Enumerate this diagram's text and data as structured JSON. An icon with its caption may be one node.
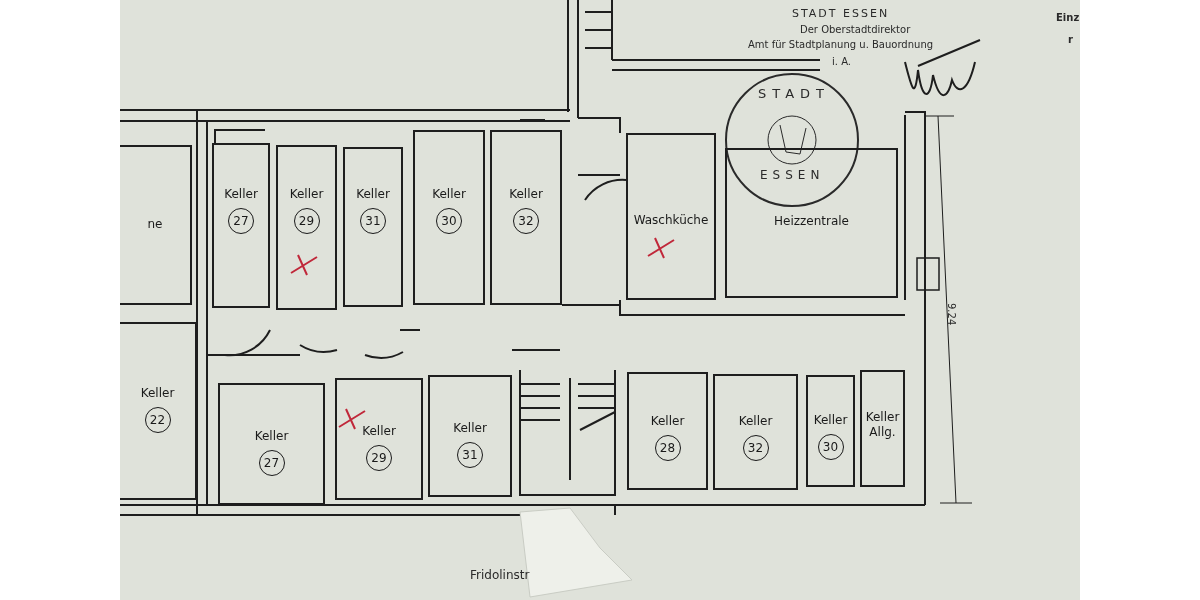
{
  "diagram": {
    "nodes": [
      {
        "text": [
          "ne"
        ]
      },
      {
        "text": [
          "Keller",
          "27"
        ]
      },
      {
        "text": [
          "Keller",
          "29"
        ]
      },
      {
        "text": [
          "Keller",
          "31"
        ]
      },
      {
        "text": [
          "Keller",
          "30"
        ]
      },
      {
        "text": [
          "Keller",
          "32"
        ]
      },
      {
        "text": [
          "Waschküche"
        ]
      },
      {
        "text": [
          "Heizzentrale"
        ]
      },
      {
        "text": [
          "Keller",
          "22"
        ]
      },
      {
        "text": [
          "Keller",
          "27"
        ]
      },
      {
        "text": [
          "Keller",
          "29"
        ]
      },
      {
        "text": [
          "Keller",
          "31"
        ]
      },
      {
        "text": [
          "Keller",
          "28"
        ]
      },
      {
        "text": [
          "Keller",
          "32"
        ]
      },
      {
        "text": [
          "Keller",
          "30"
        ]
      },
      {
        "text": [
          "Keller Allg."
        ]
      }
    ],
    "labels": [
      "STADT ESSEN",
      "Der Oberstadtdirektor",
      "Amt für Stadtplanung u. Bauordnung",
      "i. A.",
      "STADT",
      "ESSEN",
      "Einz",
      "r",
      "9.24",
      "Fridolinstr"
    ]
  }
}
